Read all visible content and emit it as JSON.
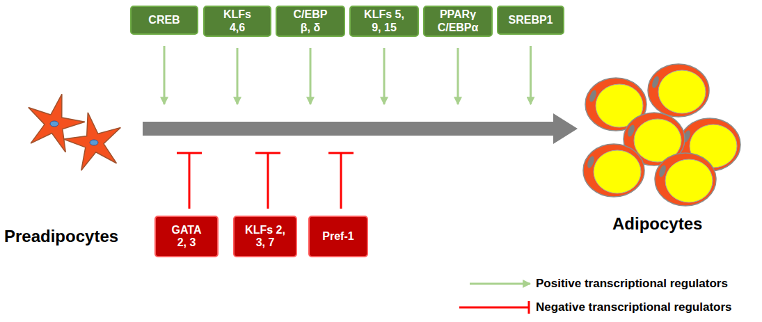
{
  "diagram": {
    "nodes": [
      {
        "text": [
          "CREB"
        ]
      },
      {
        "text": [
          "KLFs 4,6"
        ]
      },
      {
        "text": [
          "C/EBP β, δ"
        ]
      },
      {
        "text": [
          "KLFs 5, 9, 15"
        ]
      },
      {
        "text": [
          "PPARγ C/EBPα"
        ]
      },
      {
        "text": [
          "SREBP1"
        ]
      },
      {
        "text": [
          "GATA 2, 3"
        ]
      },
      {
        "text": [
          "KLFs 2, 3, 7"
        ]
      },
      {
        "text": [
          "Pref-1"
        ]
      }
    ],
    "labels": [
      "Preadipocytes",
      "Adipocytes"
    ],
    "legend": [
      {
        "text": "Positive transcriptional regulators"
      },
      {
        "text": "Negative transcriptional regulators"
      }
    ]
  }
}
